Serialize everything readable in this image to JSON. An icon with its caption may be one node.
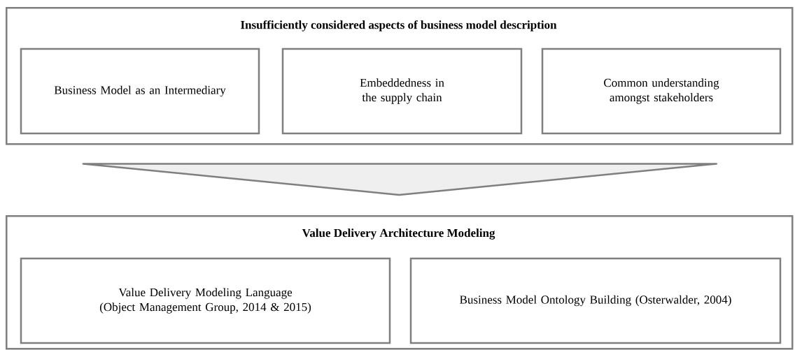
{
  "diagram": {
    "nodes": [
      {
        "text": [
          "Insufficiently considered aspects of business model description"
        ]
      },
      {
        "text": [
          "Business Model as an Intermediary"
        ],
        "in": 0
      },
      {
        "text": [
          "Embeddedness in the supply chain"
        ],
        "in": 0
      },
      {
        "text": [
          "Common understanding amongst stakeholders"
        ],
        "in": 0
      },
      {
        "text": [
          "Value Delivery Architecture Modeling"
        ]
      },
      {
        "text": [
          "Value Delivery Modeling Language (Object Management Group, 2014 & 2015)"
        ],
        "in": 4
      },
      {
        "text": [
          "Business Model Ontology Building (Osterwalder, 2004)"
        ],
        "in": 4
      }
    ],
    "edges": [
      {
        "from": 0,
        "to": 4,
        "arrow": "to"
      }
    ]
  }
}
